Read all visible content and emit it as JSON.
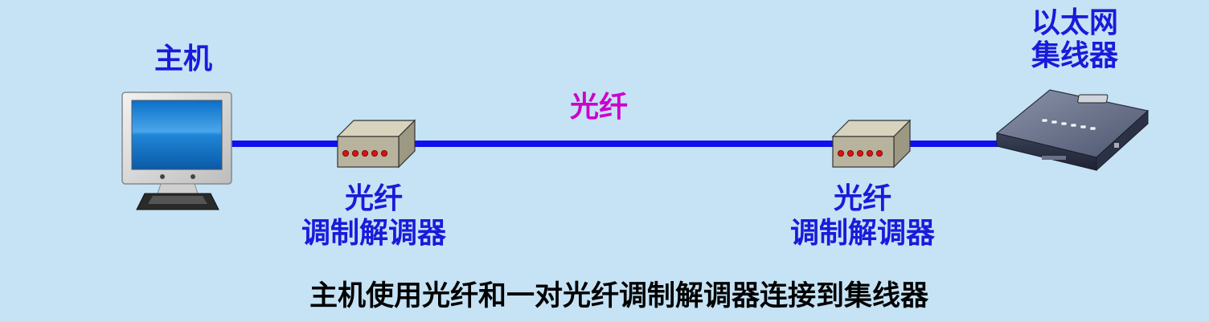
{
  "host": {
    "label": "主机"
  },
  "hub": {
    "label_line1": "以太网",
    "label_line2": "集线器"
  },
  "fiber": {
    "label": "光纤"
  },
  "modem_left": {
    "label_line1": "光纤",
    "label_line2": "调制解调器"
  },
  "modem_right": {
    "label_line1": "光纤",
    "label_line2": "调制解调器"
  },
  "caption": "主机使用光纤和一对光纤调制解调器连接到集线器",
  "colors": {
    "background": "#c5e3f4",
    "link": "#1010ee",
    "label": "#1a1adb",
    "fiber_label": "#cc00cc",
    "caption": "#000000"
  }
}
